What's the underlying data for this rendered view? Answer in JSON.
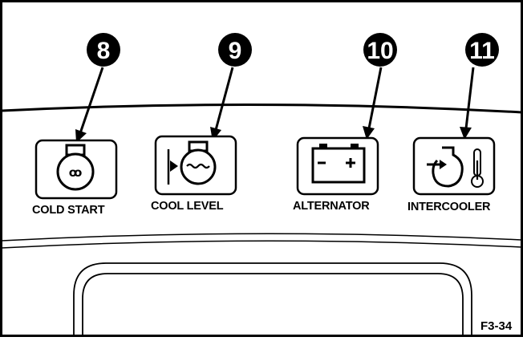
{
  "figure_id": "F3-34",
  "indicators": [
    {
      "callout": "8",
      "label": "COLD START",
      "icon": "glow-plug-icon"
    },
    {
      "callout": "9",
      "label": "COOL LEVEL",
      "icon": "coolant-level-icon"
    },
    {
      "callout": "10",
      "label": "ALTERNATOR",
      "icon": "battery-icon"
    },
    {
      "callout": "11",
      "label": "INTERCOOLER",
      "icon": "intercooler-temperature-icon"
    }
  ],
  "colors": {
    "ink": "#000000",
    "paper": "#ffffff"
  }
}
